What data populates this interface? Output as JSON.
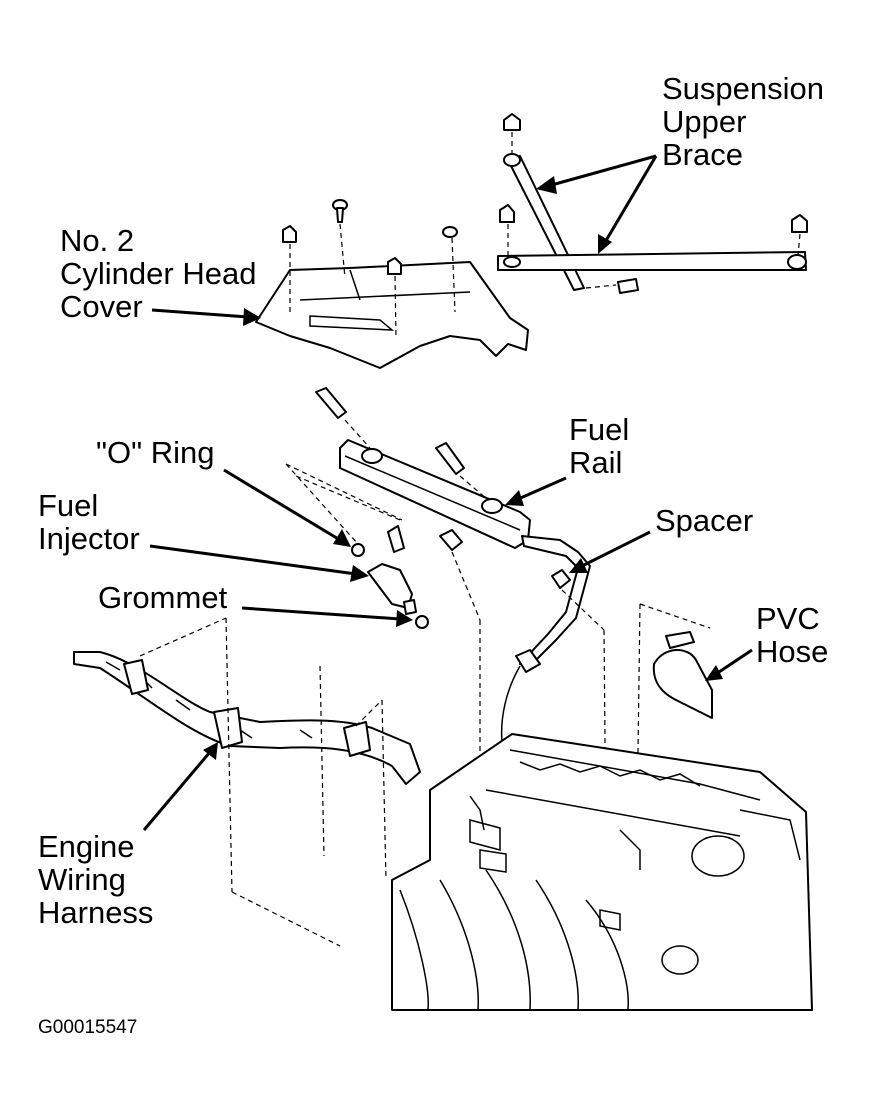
{
  "labels": {
    "suspension_upper_brace": [
      "Suspension",
      "Upper",
      "Brace"
    ],
    "no2_cylinder_head_cover": [
      "No. 2",
      "Cylinder Head",
      "Cover"
    ],
    "fuel_rail": [
      "Fuel",
      "Rail"
    ],
    "o_ring": [
      "\"O\" Ring"
    ],
    "fuel_injector": [
      "Fuel",
      "Injector"
    ],
    "spacer": [
      "Spacer"
    ],
    "grommet": [
      "Grommet"
    ],
    "pvc_hose": [
      "PVC",
      "Hose"
    ],
    "engine_wiring_harness": [
      "Engine",
      "Wiring",
      "Harness"
    ]
  },
  "figure_code": "G00015547"
}
